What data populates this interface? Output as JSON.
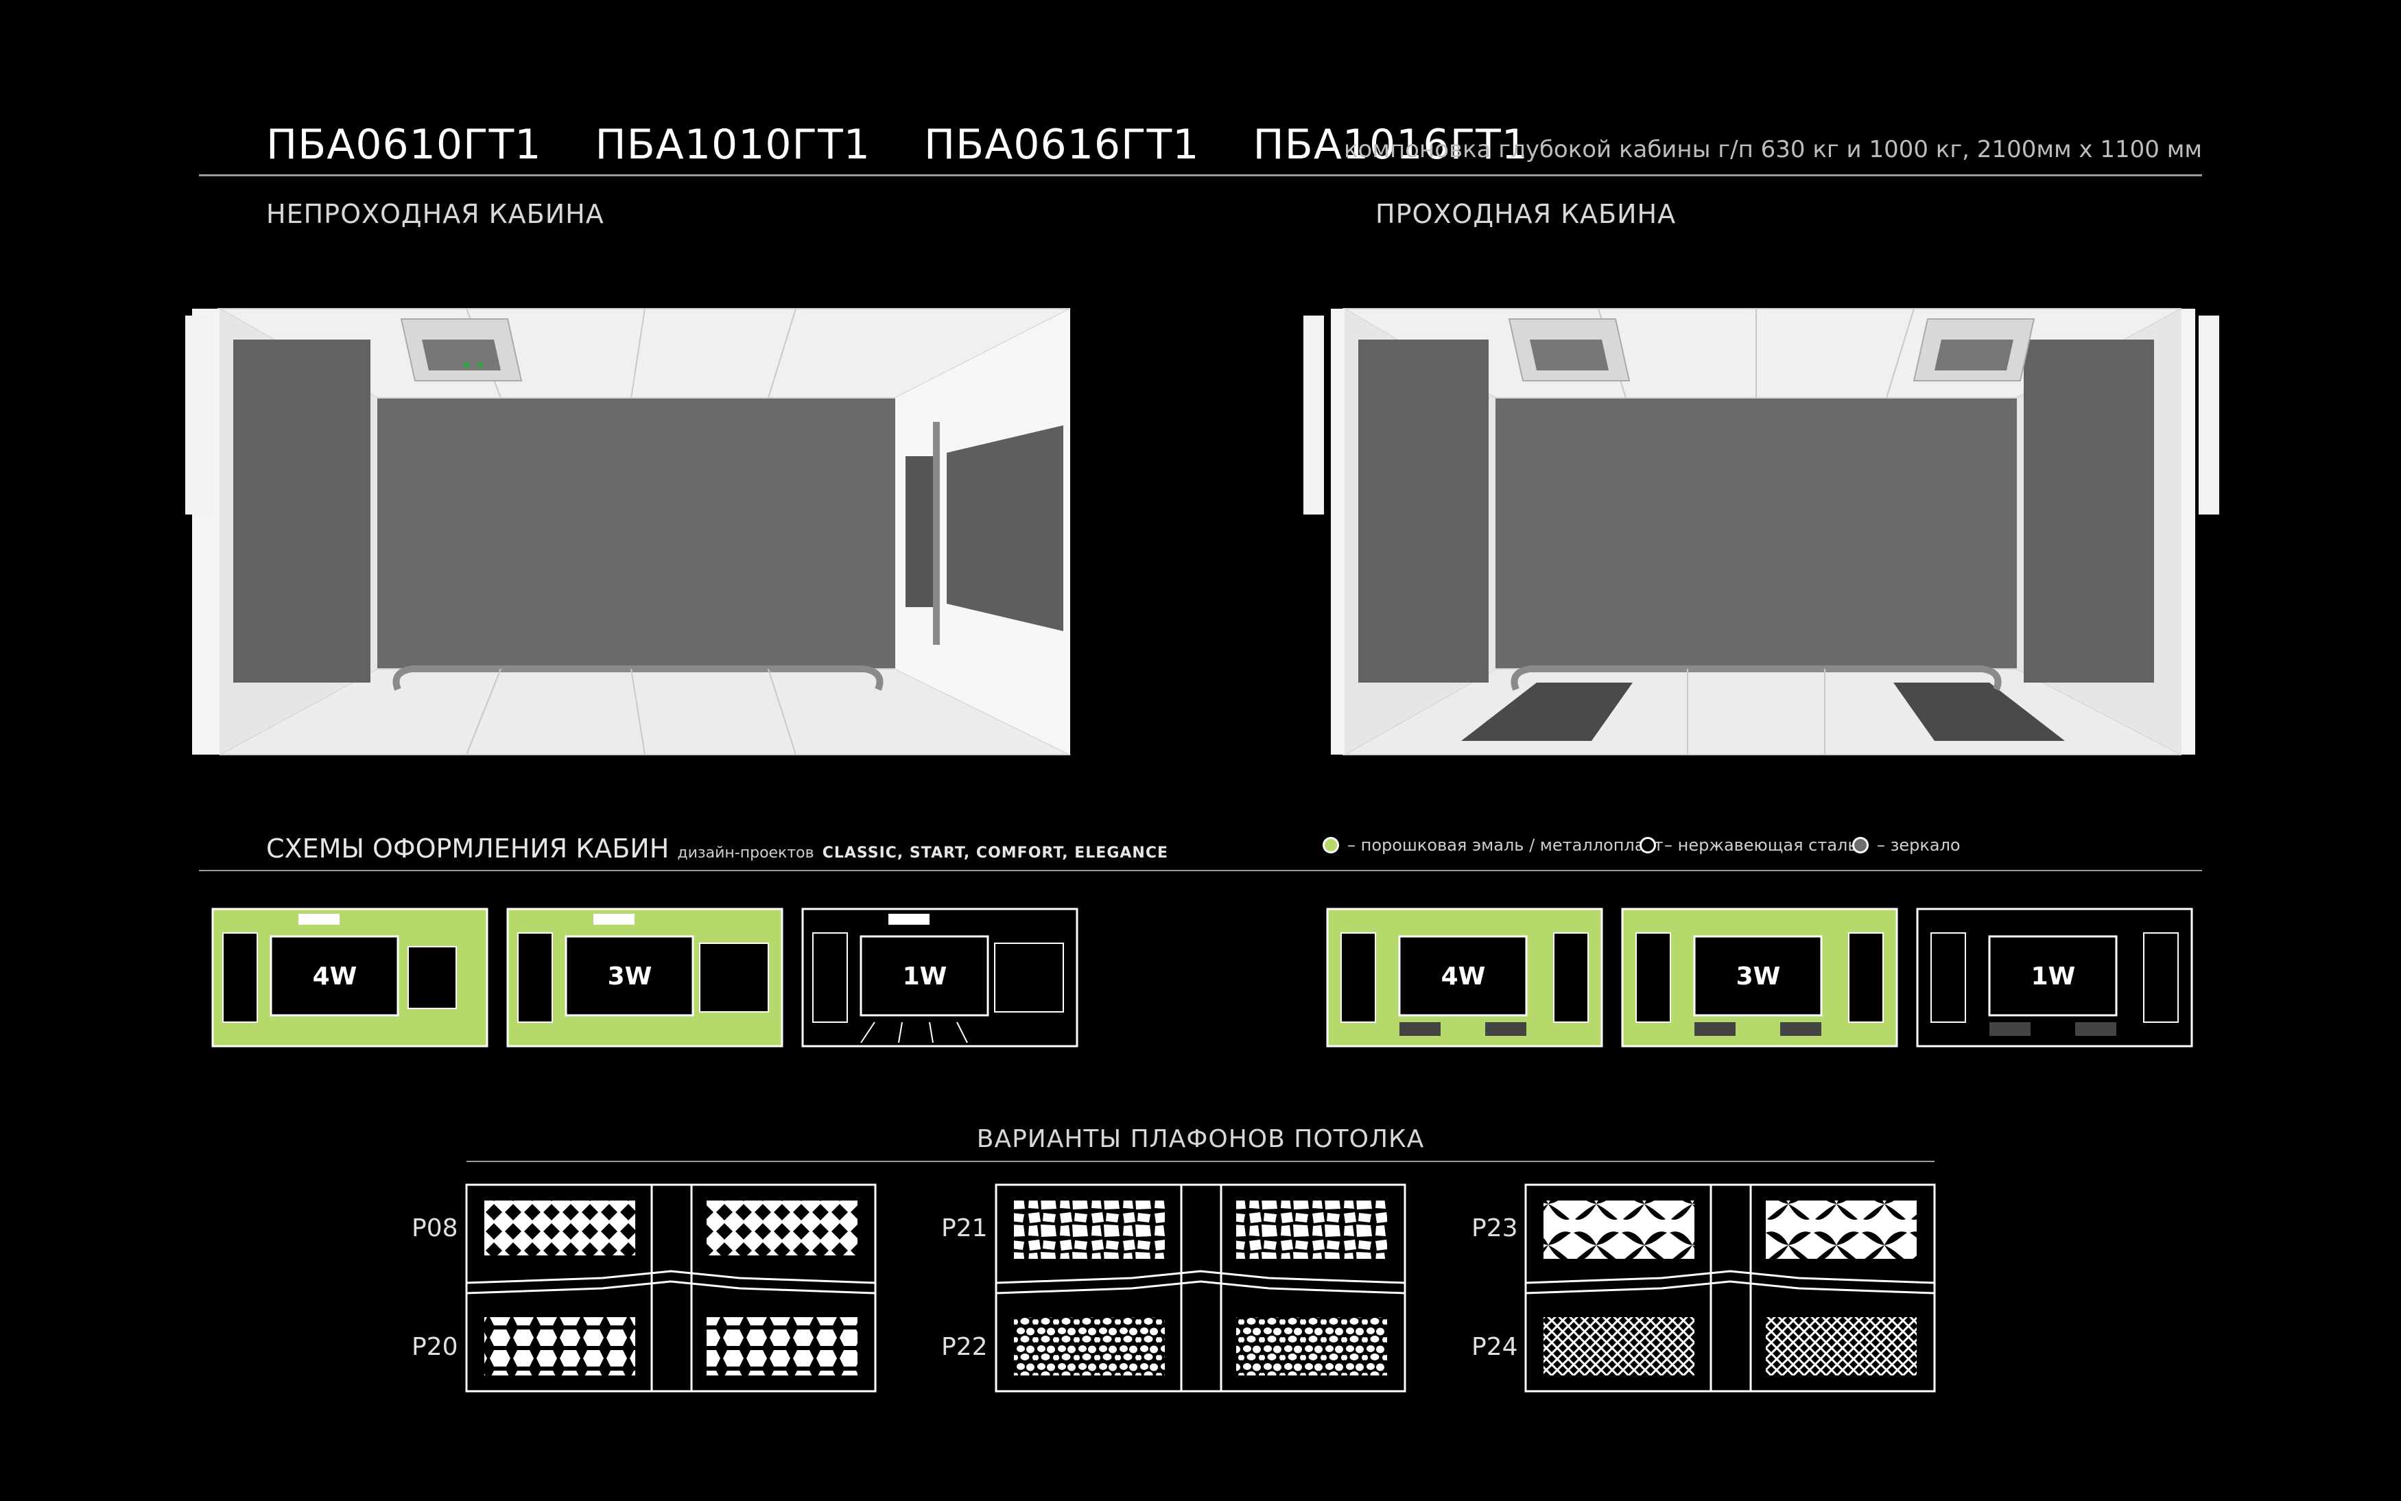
{
  "header": {
    "models": [
      "ПБА0610ГТ1",
      "ПБА1010ГТ1",
      "ПБА0616ГТ1",
      "ПБА1016ГТ1"
    ],
    "subtitle": "компоновка глубокой кабины г/п 630 кг и 1000 кг, 2100мм х 1100 мм"
  },
  "cabins": {
    "left_label": "НЕПРОХОДНАЯ КАБИНА",
    "right_label": "ПРОХОДНАЯ КАБИНА"
  },
  "schemes": {
    "title": "СХЕМЫ ОФОРМЛЕНИЯ КАБИН",
    "note": "дизайн-проектов",
    "projects": "CLASSIC, START, COMFORT, ELEGANCE",
    "legend": [
      {
        "label": "– порошковая эмаль / металлопласт",
        "color": "#b5d96b"
      },
      {
        "label": "– нержавеющая сталь",
        "color": "#000000"
      },
      {
        "label": "– зеркало",
        "color": "#6e6e6e"
      }
    ],
    "left": [
      "4W",
      "3W",
      "1W"
    ],
    "right": [
      "4W",
      "3W",
      "1W"
    ],
    "accent": "#b5d96b"
  },
  "ceiling": {
    "title": "ВАРИАНТЫ ПЛАФОНОВ ПОТОЛКА",
    "groups": [
      {
        "top": "P08",
        "bottom": "P20"
      },
      {
        "top": "P21",
        "bottom": "P22"
      },
      {
        "top": "P23",
        "bottom": "P24"
      }
    ]
  }
}
